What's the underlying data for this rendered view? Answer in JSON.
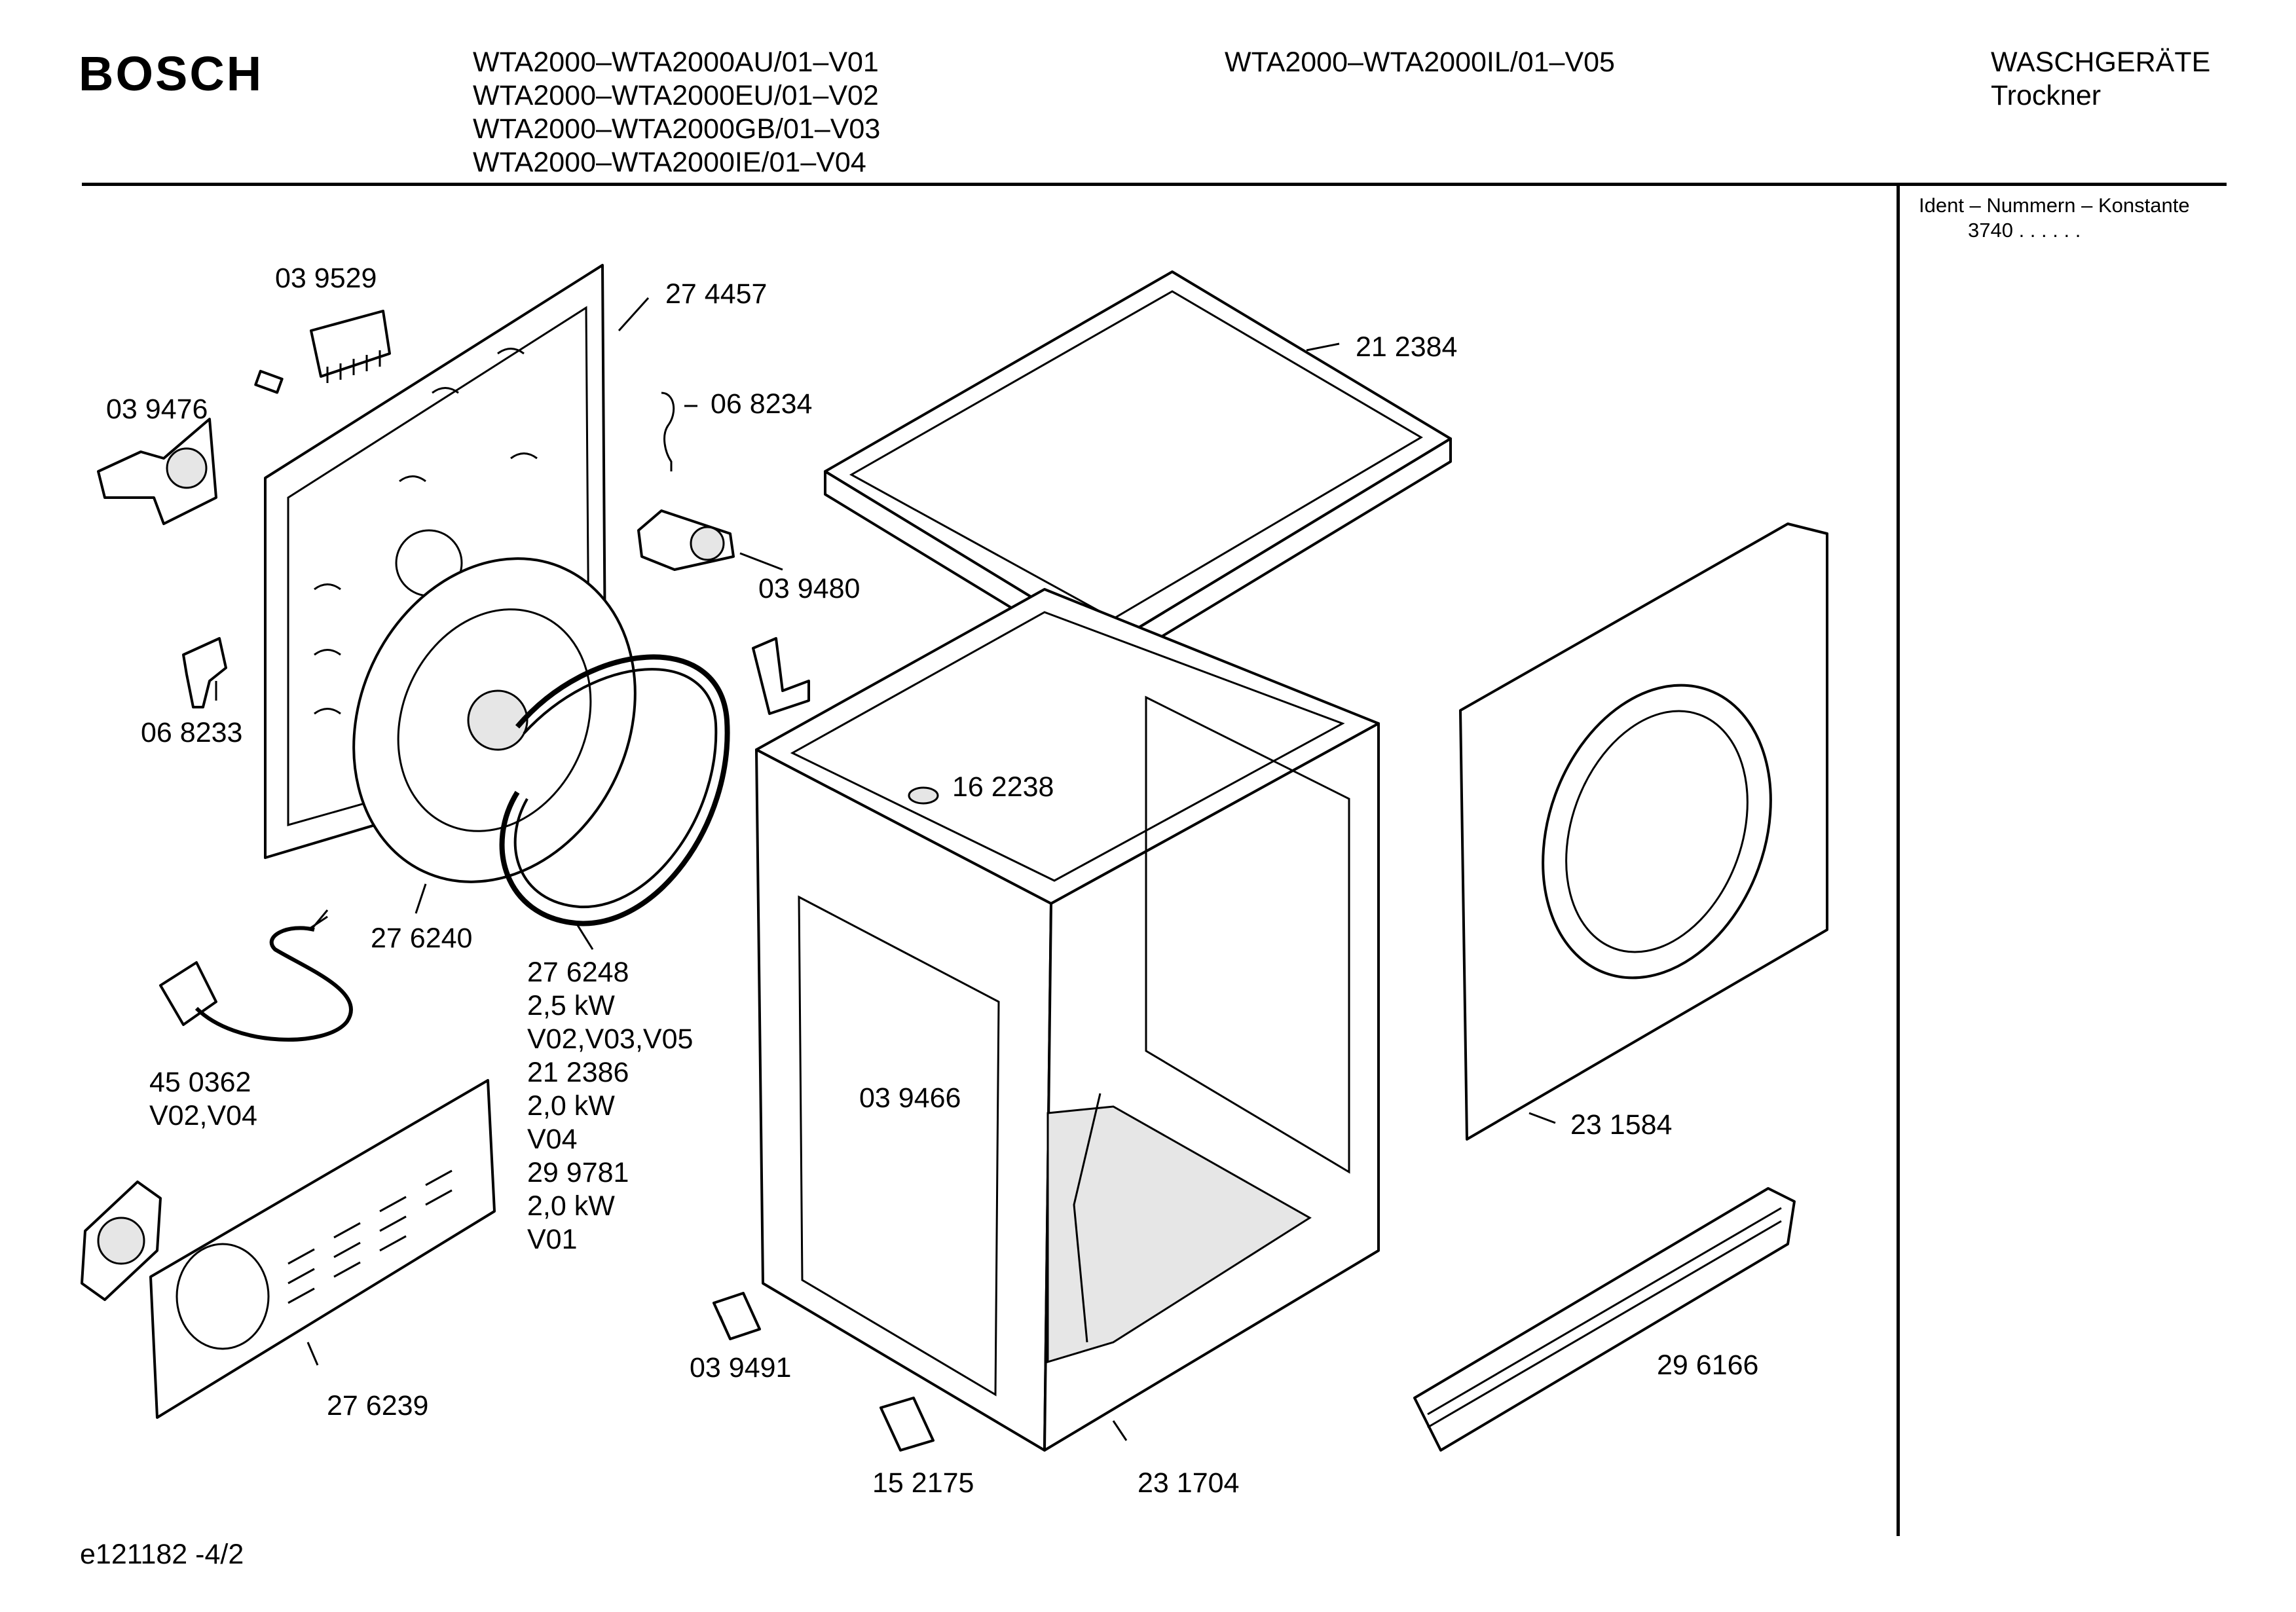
{
  "header": {
    "brand": "BOSCH",
    "models_col1": [
      "WTA2000–WTA2000AU/01–V01",
      "WTA2000–WTA2000EU/01–V02",
      "WTA2000–WTA2000GB/01–V03",
      "WTA2000–WTA2000IE/01–V04"
    ],
    "models_col2": [
      "WTA2000–WTA2000IL/01–V05"
    ],
    "category": "WASCHGERÄTE",
    "subcategory": "Trockner"
  },
  "sidebar": {
    "title": "Ident – Nummern – Konstante",
    "value": "3740 . .   . . . ."
  },
  "parts": {
    "p039529": "03 9529",
    "p274457": "27 4457",
    "p039476": "03 9476",
    "p068234": "06 8234",
    "p212384": "21 2384",
    "p039480": "03 9480",
    "p068233": "06 8233",
    "p162238": "16 2238",
    "p276240": "27 6240",
    "p276248_lines": [
      "27 6248",
      "2,5 kW",
      "V02,V03,V05",
      "21 2386",
      "2,0 kW",
      "V04",
      "29 9781",
      "2,0 kW",
      "V01"
    ],
    "p450362_lines": [
      "45 0362",
      "V02,V04"
    ],
    "p039466": "03 9466",
    "p231584": "23 1584",
    "p296166": "29 6166",
    "p039491": "03 9491",
    "p276239": "27 6239",
    "p152175": "15 2175",
    "p231704": "23 1704"
  },
  "footer": {
    "doc_id": "e121182 -4/2"
  }
}
